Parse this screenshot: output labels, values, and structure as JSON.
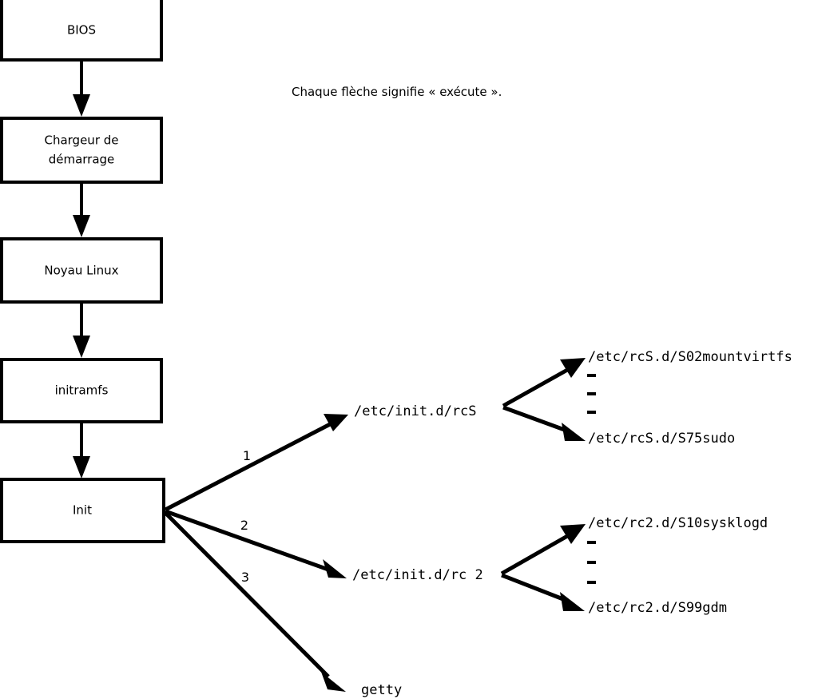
{
  "diagram": {
    "title": "Linux boot sequence flowchart",
    "caption": "Chaque flèche signifie « exécute ».",
    "colors": {
      "stroke": "#000000",
      "fill": "#ffffff",
      "text": "#000000"
    },
    "chain": {
      "nodes": [
        {
          "id": "bios",
          "label": "BIOS"
        },
        {
          "id": "bootloader",
          "label_line1": "Chargeur de",
          "label_line2": "démarrage"
        },
        {
          "id": "kernel",
          "label": "Noyau Linux"
        },
        {
          "id": "initramfs",
          "label": "initramfs"
        },
        {
          "id": "init",
          "label": "Init"
        }
      ]
    },
    "init_branches": [
      {
        "number": "1",
        "target": "/etc/init.d/rcS"
      },
      {
        "number": "2",
        "target": "/etc/init.d/rc 2"
      },
      {
        "number": "3",
        "target": "getty"
      }
    ],
    "rcs_scripts": {
      "first": "/etc/rcS.d/S02mountvirtfs",
      "ellipsis": [
        "-",
        "-",
        "-"
      ],
      "last": "/etc/rcS.d/S75sudo"
    },
    "rc2_scripts": {
      "first": "/etc/rc2.d/S10sysklogd",
      "ellipsis": [
        "-",
        "-",
        "-"
      ],
      "last": "/etc/rc2.d/S99gdm"
    }
  }
}
